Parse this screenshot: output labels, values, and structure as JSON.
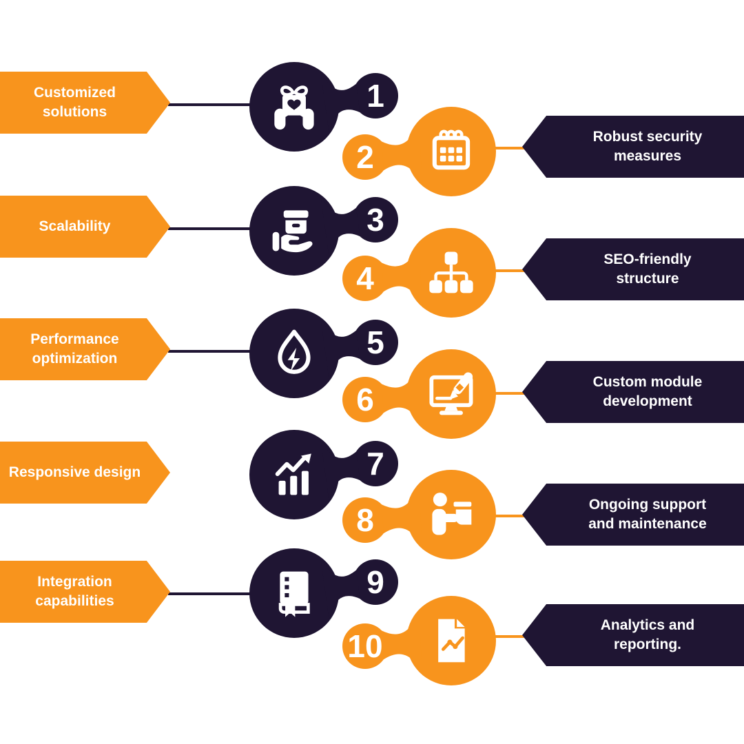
{
  "infographic": {
    "colors": {
      "orange": "#F8941D",
      "dark": "#1F1533",
      "label_text": "#FFFFFF",
      "icon_glyph": "#FFFFFF",
      "background": "#FFFFFF"
    },
    "items": [
      {
        "number": "1",
        "label": "Customized solutions",
        "side": "left",
        "banner_color": "orange",
        "blob_color": "dark",
        "icon": "gift-in-hands-icon",
        "has_connector_line": true
      },
      {
        "number": "2",
        "label": "Robust security measures",
        "side": "right",
        "banner_color": "dark",
        "blob_color": "orange",
        "icon": "calendar-icon",
        "has_connector_line": true
      },
      {
        "number": "3",
        "label": "Scalability",
        "side": "left",
        "banner_color": "orange",
        "blob_color": "dark",
        "icon": "hand-holding-box-icon",
        "has_connector_line": true
      },
      {
        "number": "4",
        "label": "SEO-friendly structure",
        "side": "right",
        "banner_color": "dark",
        "blob_color": "orange",
        "icon": "sitemap-icon",
        "has_connector_line": true
      },
      {
        "number": "5",
        "label": "Performance optimization",
        "side": "left",
        "banner_color": "orange",
        "blob_color": "dark",
        "icon": "water-drop-energy-icon",
        "has_connector_line": true
      },
      {
        "number": "6",
        "label": "Custom module development",
        "side": "right",
        "banner_color": "dark",
        "blob_color": "orange",
        "icon": "design-monitor-icon",
        "has_connector_line": true
      },
      {
        "number": "7",
        "label": "Responsive design",
        "side": "left",
        "banner_color": "orange",
        "blob_color": "dark",
        "icon": "growth-bars-icon",
        "has_connector_line": false
      },
      {
        "number": "8",
        "label": "Ongoing support and maintenance",
        "side": "right",
        "banner_color": "dark",
        "blob_color": "orange",
        "icon": "person-presenting-icon",
        "has_connector_line": true
      },
      {
        "number": "9",
        "label": "Integration capabilities",
        "side": "left",
        "banner_color": "orange",
        "blob_color": "dark",
        "icon": "bookmark-book-icon",
        "has_connector_line": true
      },
      {
        "number": "10",
        "label": "Analytics and reporting.",
        "side": "right",
        "banner_color": "dark",
        "blob_color": "orange",
        "icon": "report-document-icon",
        "has_connector_line": true
      }
    ]
  }
}
